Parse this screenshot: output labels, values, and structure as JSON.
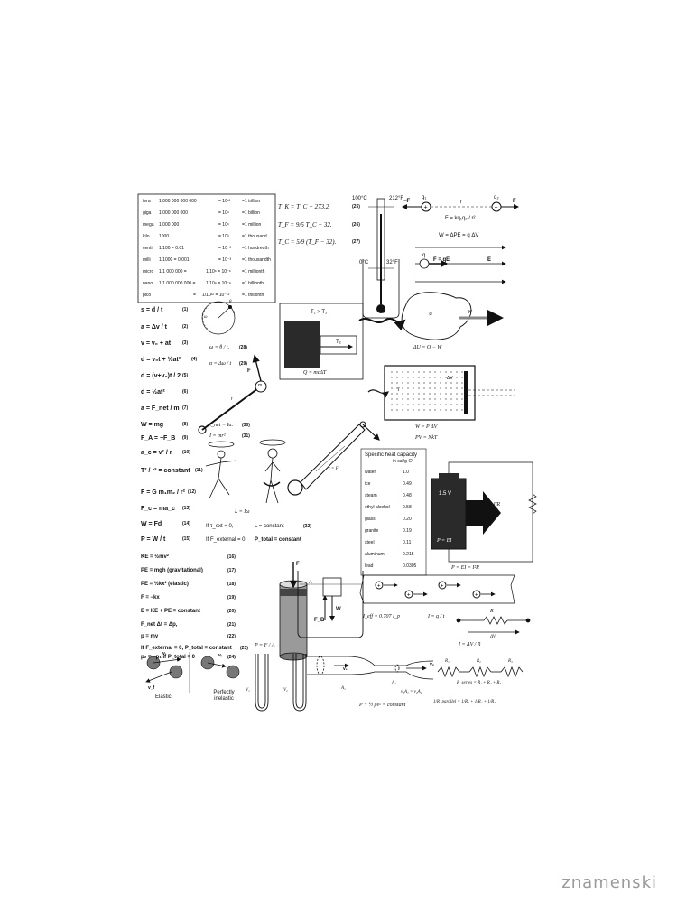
{
  "prefixes": {
    "rows": [
      {
        "name": "tera",
        "number": "1 000 000 000 000",
        "power": "= 10¹²",
        "value": "=1 trillion"
      },
      {
        "name": "giga",
        "number": "1 000 000 000",
        "power": "= 10⁹",
        "value": "=1 billion"
      },
      {
        "name": "mega",
        "number": "1 000 000",
        "power": "= 10⁶",
        "value": "=1 million"
      },
      {
        "name": "kilo",
        "number": "1000",
        "power": "= 10³",
        "value": "=1 thousand"
      },
      {
        "name": "centi",
        "number": "1/100   =  0.01",
        "power": "= 10⁻²",
        "value": "=1 hundredth"
      },
      {
        "name": "milli",
        "number": "1/1000  =  0.001",
        "power": "= 10⁻³",
        "value": "=1 thousandth"
      },
      {
        "name": "micro",
        "number": "1/1 000 000  =",
        "power": "1/10⁶ = 10⁻⁶",
        "value": "=1 millionth"
      },
      {
        "name": "nano",
        "number": "1/1 000 000 000 =",
        "power": "1/10⁹ = 10⁻⁹",
        "value": "=1 billionth"
      },
      {
        "name": "pico",
        "number": "=",
        "power": "1/10¹² = 10⁻¹²",
        "value": "=1 trillionth"
      }
    ]
  },
  "temperature": {
    "eq25": "T_K = T_C + 273.2",
    "n25": "(25)",
    "eq26": "T_F = 9/5 T_C + 32.",
    "n26": "(26)",
    "eq27": "T_C = 5/9 (T_F − 32).",
    "n27": "(27)",
    "t100c": "100°C",
    "t212f": "212°F",
    "t0c": "0°C",
    "t32f": "32°F"
  },
  "electric": {
    "q1": "q₁",
    "q2": "q₂",
    "r": "r",
    "negF": "−F",
    "F": "F",
    "coulomb": "F = kq₁q₂ / r²",
    "work": "W = ΔPE = q ΔV",
    "q": "q",
    "FqE": "F = qE",
    "E": "E"
  },
  "kinematics": [
    {
      "eq": "s = d / t",
      "num": "(1)"
    },
    {
      "eq": "a = Δv / t",
      "num": "(2)"
    },
    {
      "eq": "v = v₀ + at",
      "num": "(3)"
    },
    {
      "eq": "d = v₀t + ½at²",
      "num": "(4)"
    },
    {
      "eq": "d = (v+v₀)t / 2",
      "num": "(5)"
    },
    {
      "eq": "d = ½at²",
      "num": "(6)"
    },
    {
      "eq": "a = F_net / m",
      "num": "(7)"
    },
    {
      "eq": "W = mg",
      "num": "(8)"
    },
    {
      "eq": "F_A = −F_B",
      "num": "(9)"
    },
    {
      "eq": "a_c = v² / r",
      "num": "(10)"
    },
    {
      "eq": "T² / r³ = constant",
      "num": "(11)"
    },
    {
      "eq": "F = G m₁m₂ / r²",
      "num": "(12)"
    },
    {
      "eq": "F_c = ma_c",
      "num": "(13)"
    },
    {
      "eq": "W = Fd",
      "num": "(14)"
    },
    {
      "eq": "P = W / t",
      "num": "(15)"
    }
  ],
  "rotation": {
    "omega": "ω = θ / t.",
    "n28": "(28)",
    "alpha": "α = Δω / t",
    "n29": "(29)",
    "torque": "τ_net = Iα.",
    "n30": "(30)",
    "inertia": "I = mr²",
    "n31": "(31)",
    "L": "L = Iω",
    "ifText": "If τ_ext = 0,",
    "Lconst": "L = constant",
    "n32": "(32)",
    "ifF": "If F_external = 0",
    "Ptotal": "P_total = constant",
    "r": "r",
    "F": "F",
    "m": "m",
    "theta": "θ",
    "s": "s",
    "omegaSym": "ω",
    "tau": "τ = Fl",
    "l": "l"
  },
  "heat": {
    "t1t2": "T₁ > T₂",
    "t2": "T₂",
    "Q": "Q = mcΔT",
    "Qsym": "Q",
    "U": "U",
    "W": "W",
    "dU": "ΔU = Q − W",
    "dV": "ΔV",
    "T": "T",
    "Wp": "W = P ΔV",
    "PV": "PV = NkT"
  },
  "specificHeat": {
    "title": "Specific heat capacity",
    "unit": "in cal/g·C°",
    "rows": [
      {
        "m": "water",
        "v": "1.0"
      },
      {
        "m": "ice",
        "v": "0.49"
      },
      {
        "m": "steam",
        "v": "0.48"
      },
      {
        "m": "ethyl alcohol",
        "v": "0.58"
      },
      {
        "m": "glass",
        "v": "0.20"
      },
      {
        "m": "granite",
        "v": "0.19"
      },
      {
        "m": "steel",
        "v": "0.11"
      },
      {
        "m": "aluminum",
        "v": "0.215"
      },
      {
        "m": "lead",
        "v": "0.0305"
      }
    ]
  },
  "circuit": {
    "battery": "1.5 V",
    "PEI": "P = EI",
    "PI2R": "P = I²R",
    "both": "P = EI = I²R",
    "Ieff": "I_eff = 0.707 I_p",
    "Iq": "I = q / t",
    "R": "R",
    "IdV": "I = ΔV / R",
    "dV": "ΔV",
    "R1": "R₁",
    "R2": "R₂",
    "R3": "R₃",
    "series": "R_series = R₁ + R₂ + R₃",
    "parallel": "1/R_parallel = 1/R₁ + 1/R₂ + 1/R₃"
  },
  "energy": [
    {
      "eq": "KE = ½mv²",
      "num": "(16)"
    },
    {
      "eq": "PE = mgh   (gravitational)",
      "num": "(17)"
    },
    {
      "eq": "PE = ½kx²   (elastic)",
      "num": "(18)"
    },
    {
      "eq": "F = −kx",
      "num": "(19)"
    },
    {
      "eq": "E = KE + PE = constant",
      "num": "(20)"
    },
    {
      "eq": "F_net Δt = Δp,",
      "num": "(21)"
    },
    {
      "eq": "p = mv",
      "num": "(22)"
    },
    {
      "eq": "If F_external = 0,  P_total = constant",
      "num": "(23)"
    },
    {
      "eq": "p₂ = −p₁  if  P_total = 0",
      "num": "(24)"
    }
  ],
  "fluids": {
    "F": "F",
    "A": "A",
    "PFA": "P = F / A",
    "V1": "V₁",
    "V2": "V₂",
    "FB": "F_B",
    "W": "W",
    "v1": "v₁",
    "v2": "v₂",
    "A1": "A₁",
    "A2": "A₂",
    "continuity": "v₁A₁ = v₂A₂",
    "bernoulli": "P + ½ ρv² = constant"
  },
  "collision": {
    "vi": "vᵢ",
    "vf": "v_f",
    "elastic": "Elastic",
    "inelastic": "Perfectly inelastic"
  },
  "watermark": "znamenski"
}
